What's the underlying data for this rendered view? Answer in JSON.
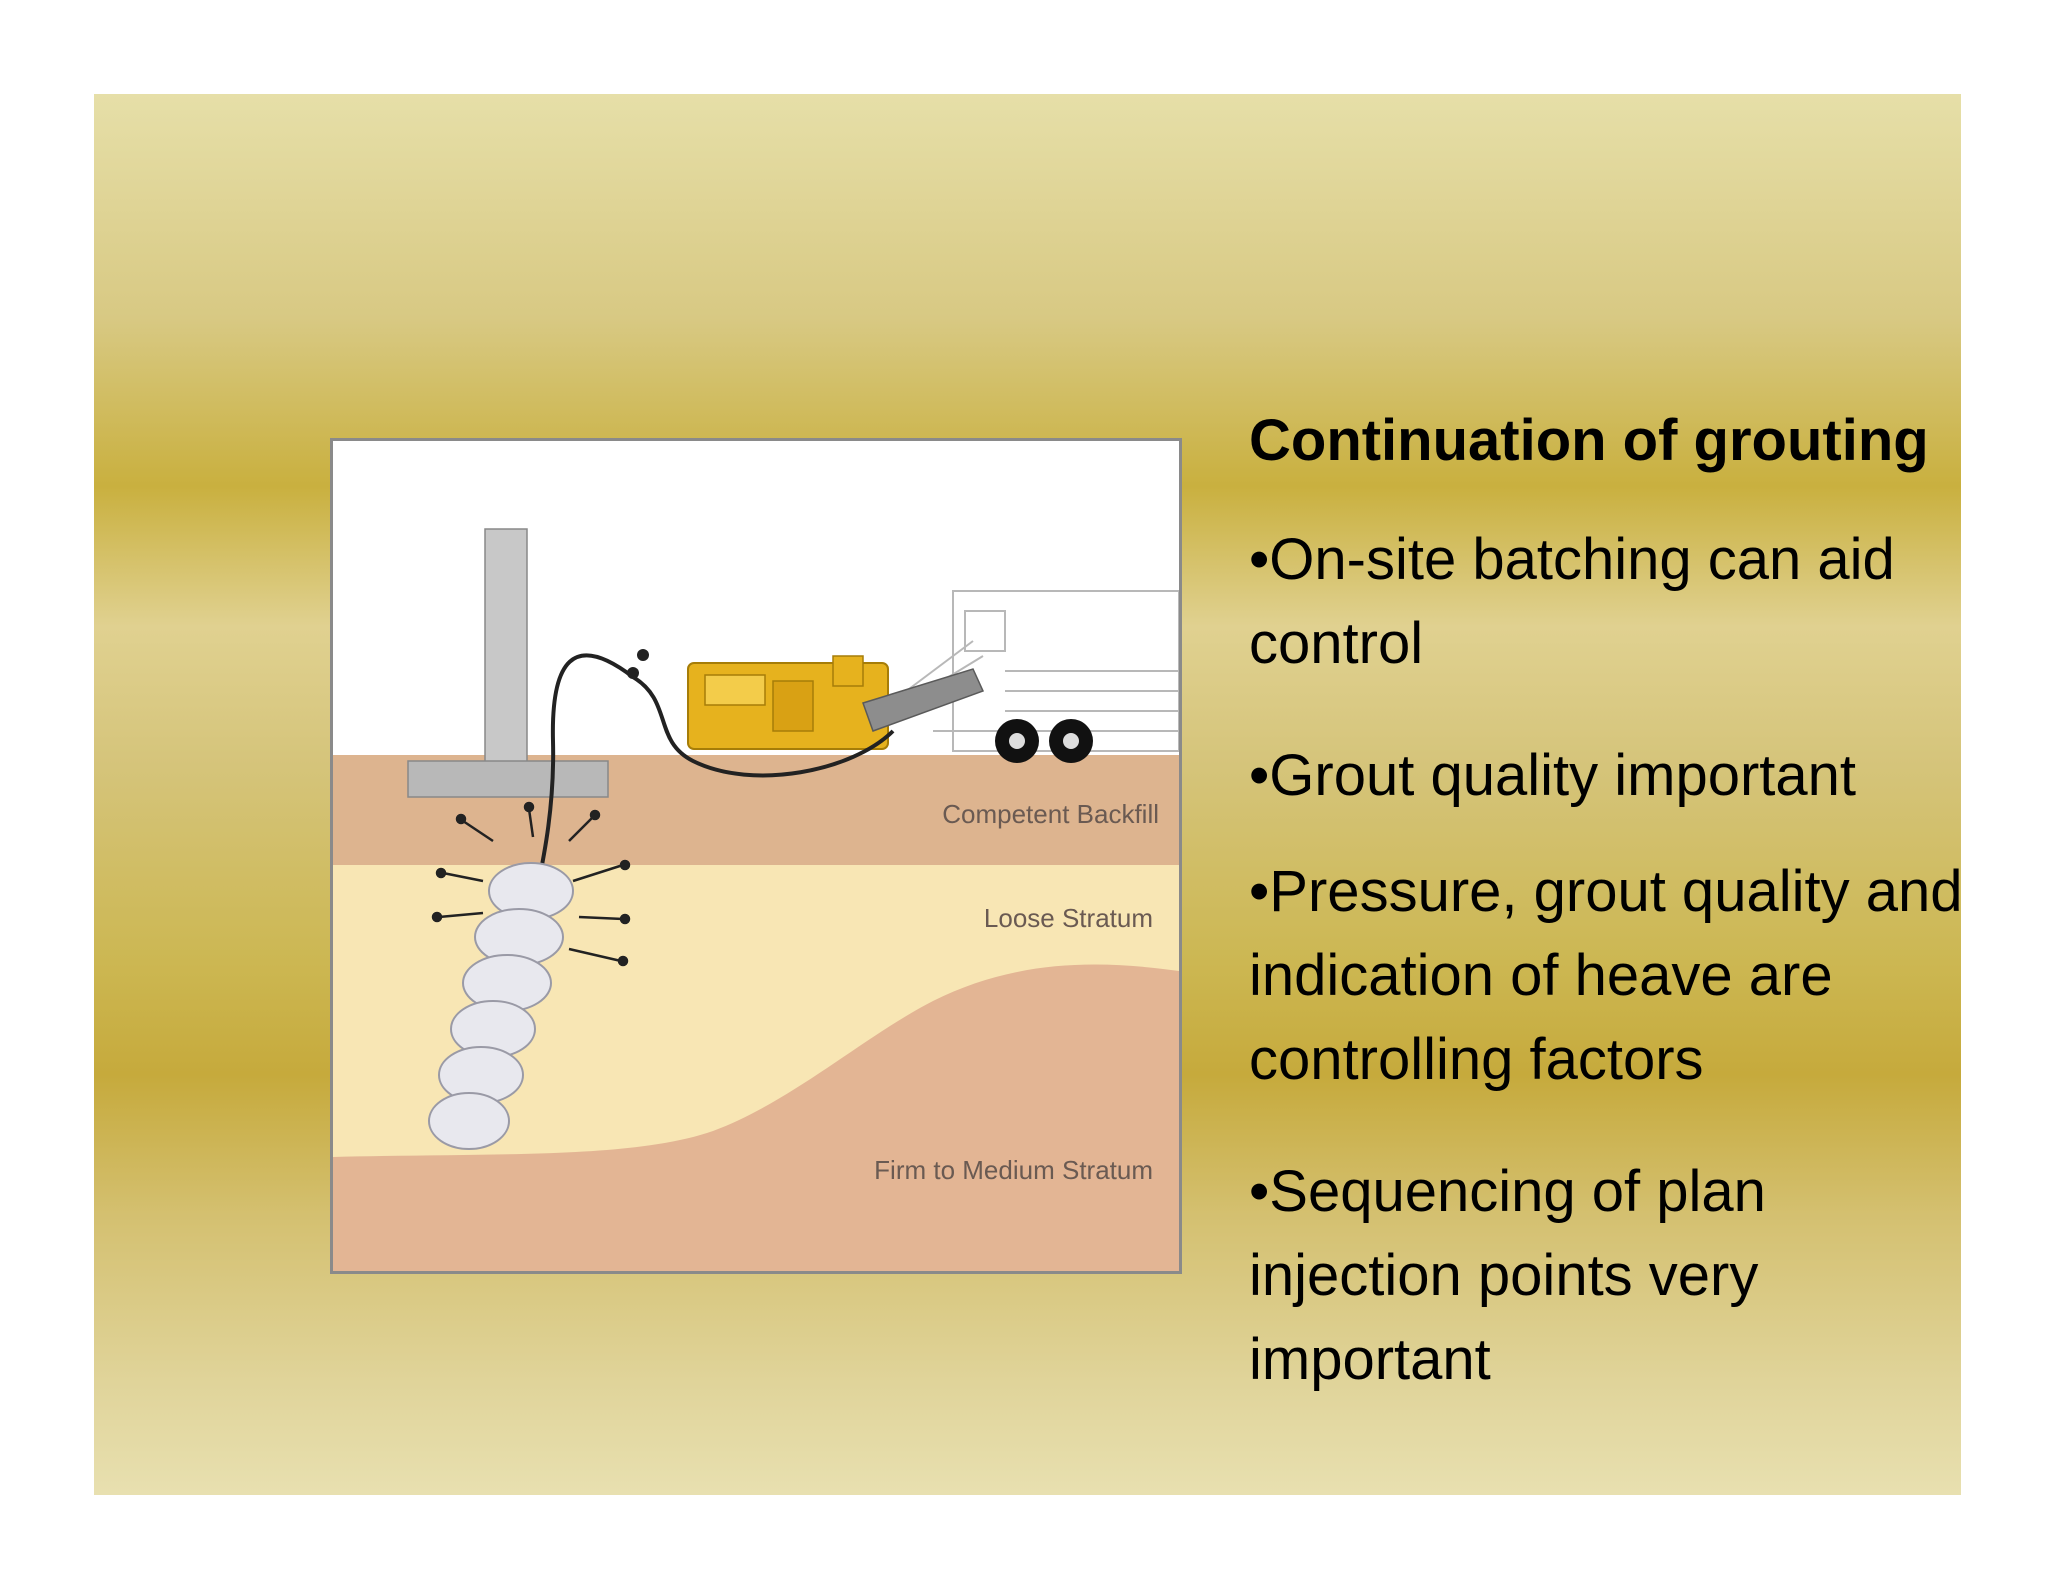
{
  "slide": {
    "heading": "Continuation of grouting",
    "bullets": [
      "•On-site batching can aid control",
      "•Grout quality important",
      "•Pressure, grout quality and indication of heave are controlling factors",
      "•Sequencing of plan injection points very important"
    ]
  },
  "figure": {
    "labels": {
      "competent_backfill": "Competent Backfill",
      "loose_stratum": "Loose Stratum",
      "firm_to_medium_stratum": "Firm to Medium Stratum"
    }
  },
  "colors": {
    "backfill": "#ddb48f",
    "loose": "#f8e6b4",
    "firm": "#e3b594",
    "equipment": "#e6b21e"
  }
}
